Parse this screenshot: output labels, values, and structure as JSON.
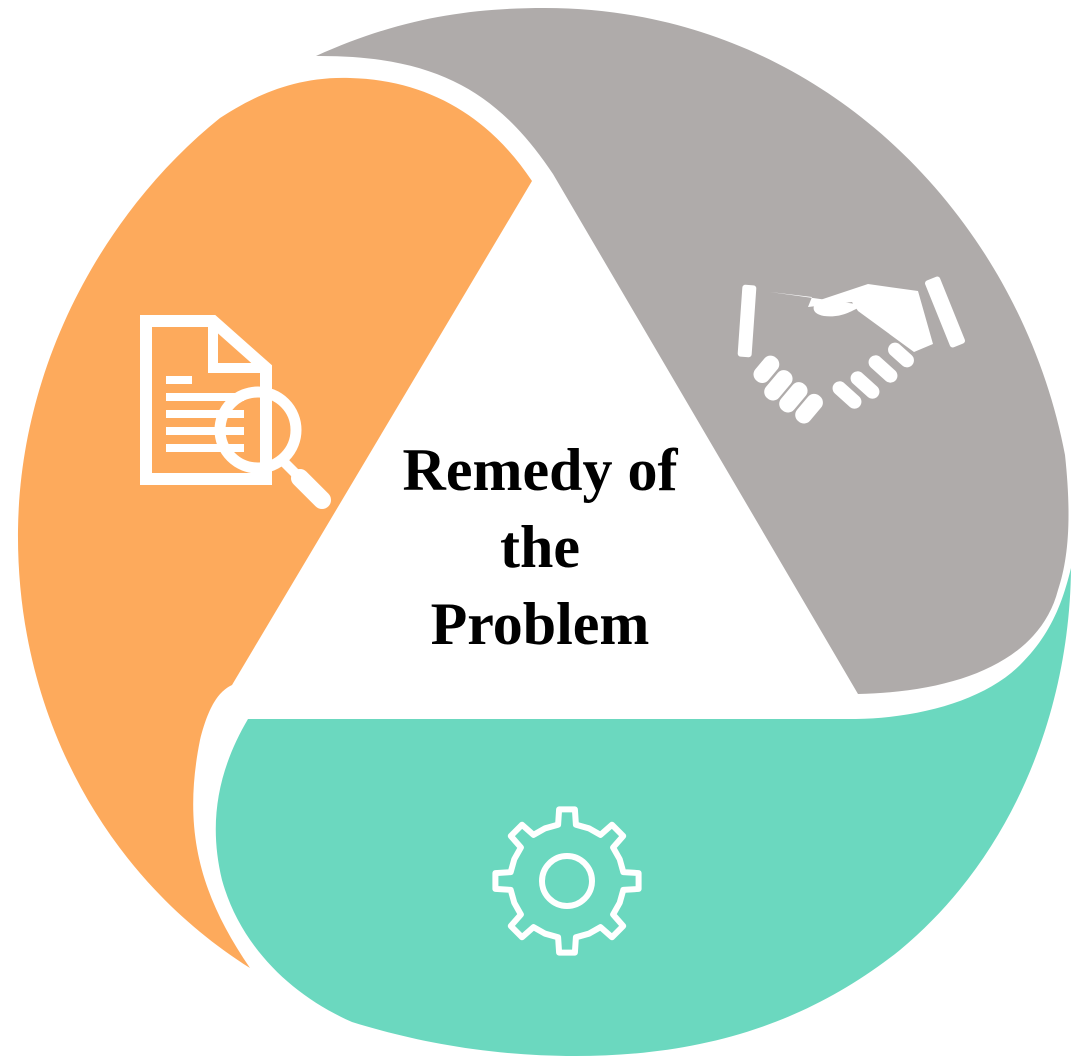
{
  "diagram": {
    "type": "cycle",
    "title_lines": [
      "Remedy of",
      "the",
      "Problem"
    ],
    "segments": [
      {
        "name": "analysis",
        "icon": "document-search-icon",
        "color": "#FDAA5C"
      },
      {
        "name": "agreement",
        "icon": "handshake-icon",
        "color": "#AFABAA"
      },
      {
        "name": "implementation",
        "icon": "gear-icon",
        "color": "#6BD8BF"
      }
    ],
    "center_color": "#FFFFFF",
    "icon_color": "#FFFFFF",
    "text_color": "#000000"
  }
}
